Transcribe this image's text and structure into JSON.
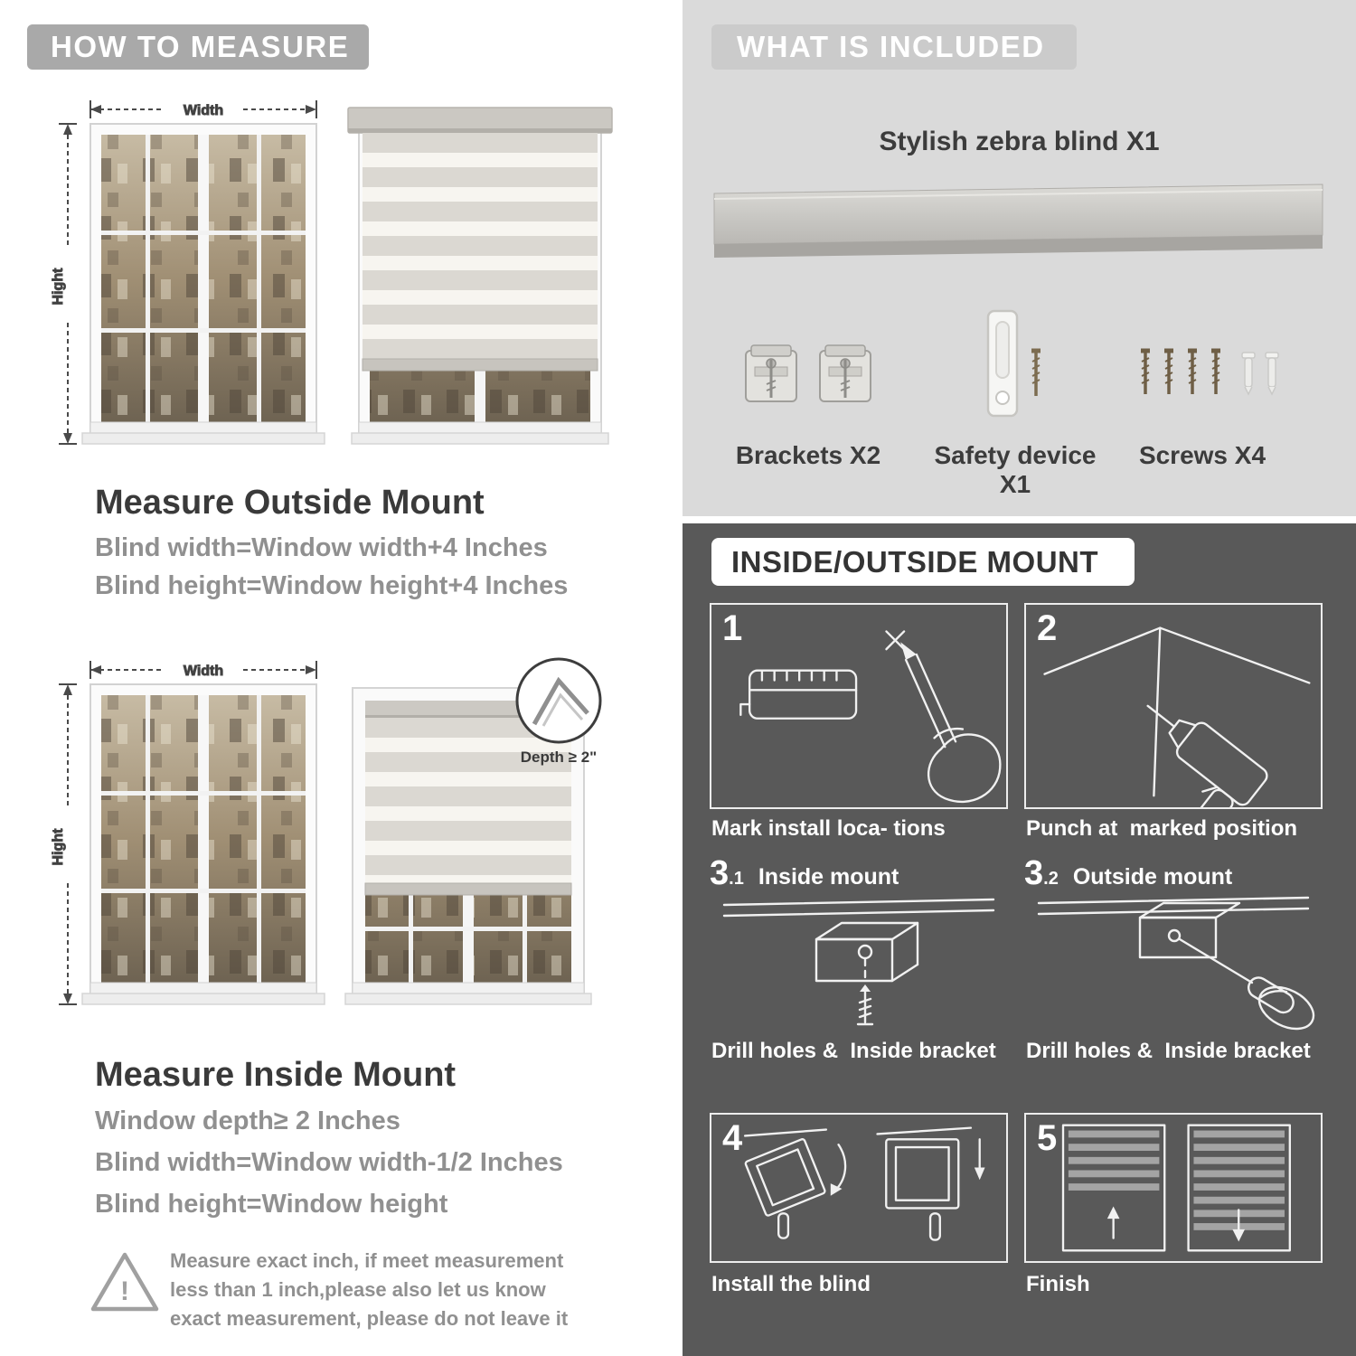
{
  "left": {
    "banner": "HOW TO MEASURE",
    "width_label": "Width",
    "height_label": "Hight",
    "depth_label": "Depth ≥ 2\"",
    "outside_mount": {
      "heading": "Measure Outside Mount",
      "lines": [
        "Blind width=Window width+4 Inches",
        "Blind height=Window height+4 Inches"
      ]
    },
    "inside_mount": {
      "heading": "Measure Inside Mount",
      "lines": [
        "Window depth≥ 2 Inches",
        "Blind width=Window width-1/2 Inches",
        "Blind height=Window height"
      ]
    },
    "warning": {
      "mark": "!",
      "text": "Measure exact inch, if meet measurement less than 1 inch,please also let us know exact measurement, please do not leave it"
    }
  },
  "right": {
    "included": {
      "banner": "WHAT IS INCLUDED",
      "blind_title": "Stylish zebra blind X1",
      "item_labels": [
        "Brackets X2",
        "Safety device X1",
        "Screws X4"
      ]
    },
    "mount": {
      "banner": "INSIDE/OUTSIDE MOUNT",
      "steps": [
        {
          "num": "1",
          "sub": "",
          "title": "",
          "caption": "Mark install loca- tions"
        },
        {
          "num": "2",
          "sub": "",
          "title": "",
          "caption": "Punch at  marked position"
        },
        {
          "num": "3",
          "sub": ".1",
          "title": "Inside mount",
          "caption": "Drill holes &  Inside bracket"
        },
        {
          "num": "3",
          "sub": ".2",
          "title": "Outside mount",
          "caption": "Drill holes &  Inside bracket"
        },
        {
          "num": "4",
          "sub": "",
          "title": "",
          "caption": "Install the blind"
        },
        {
          "num": "5",
          "sub": "",
          "title": "",
          "caption": "Finish"
        }
      ]
    }
  },
  "colors": {
    "banner_gray": "#a9a9a9",
    "light_gray": "#dadada",
    "dark_gray": "#595959",
    "text_dark": "#3a3a3a",
    "text_gray": "#909090"
  }
}
